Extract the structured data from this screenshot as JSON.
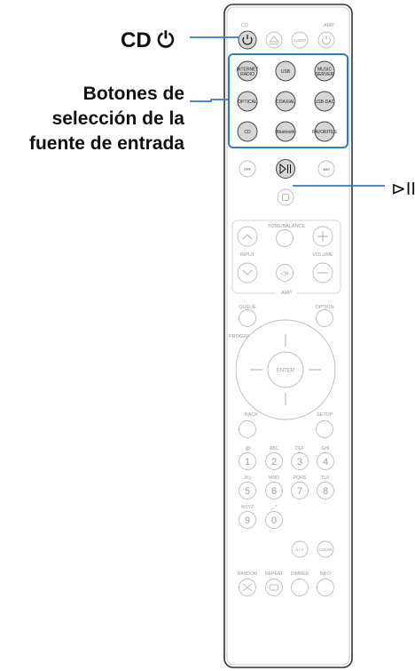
{
  "callouts": {
    "cd_power": "CD ⏻",
    "source_line1": "Botones de",
    "source_line2": "selección de la",
    "source_line3": "fuente de entrada",
    "play_pause": "⊳II"
  },
  "remote": {
    "top_labels": {
      "cd": "CD",
      "amp": "AMP"
    },
    "top_buttons": {
      "sleep": "SLEEP"
    },
    "source_buttons": [
      {
        "label": "INTERNET RADIO"
      },
      {
        "label": "USB"
      },
      {
        "label": "MUSIC SERVER"
      },
      {
        "label": "OPTICAL"
      },
      {
        "label": "COAXIAL"
      },
      {
        "label": "USB-DAC"
      },
      {
        "label": "CD"
      },
      {
        "label": "Bluetooth"
      },
      {
        "label": "FAVORITES"
      }
    ],
    "labels": {
      "tone_balance": "TONE/BALANCE",
      "input": "INPUT",
      "volume": "VOLUME",
      "amp": "AMP",
      "queue": "QUEUE",
      "option": "OPTION",
      "program": "PROGRAM",
      "enter": "ENTER",
      "back": "BACK",
      "setup": "SETUP",
      "random": "RANDOM",
      "repeat": "REPEAT",
      "dimmer": "DIMMER",
      "info": "INFO",
      "clear": "CLEAR",
      "a_a": "a / A"
    },
    "numpad": [
      {
        "digit": "1",
        "sub": ".@/"
      },
      {
        "digit": "2",
        "sub": "ABC"
      },
      {
        "digit": "3",
        "sub": "DEF"
      },
      {
        "digit": "4",
        "sub": "GHI"
      },
      {
        "digit": "5",
        "sub": "JKL"
      },
      {
        "digit": "6",
        "sub": "MNO"
      },
      {
        "digit": "7",
        "sub": "PQRS"
      },
      {
        "digit": "8",
        "sub": "TUV"
      },
      {
        "digit": "9",
        "sub": "WXYZ"
      },
      {
        "digit": "0",
        "sub": "␣ *"
      }
    ]
  }
}
